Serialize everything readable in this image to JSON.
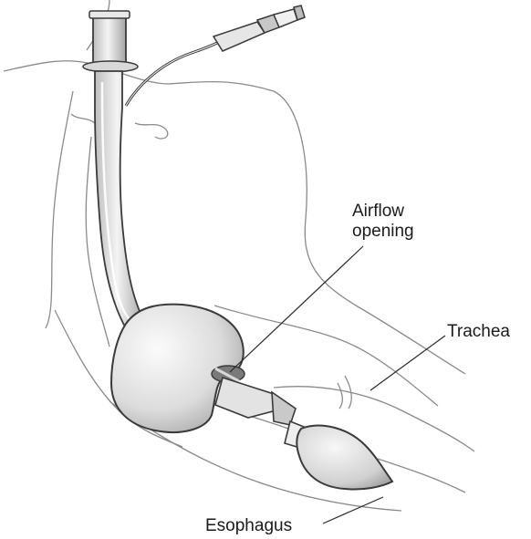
{
  "labels": {
    "airflow_line1": "Airflow",
    "airflow_line2": "opening",
    "trachea": "Trachea",
    "esophagus": "Esophagus"
  },
  "colors": {
    "outline": "#3a3a3a",
    "anatomy_line": "#8a8a8a",
    "fill_light": "#ececec",
    "fill_mid": "#d2d2d2",
    "fill_dark": "#a8a8a8",
    "background": "#ffffff"
  }
}
